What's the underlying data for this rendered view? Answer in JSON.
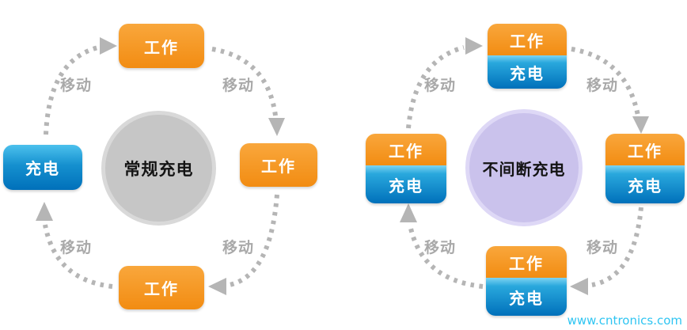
{
  "watermark": "www.cntronics.com",
  "left_diagram": {
    "center_label": "常规充电",
    "top_node": "工作",
    "right_node": "工作",
    "bottom_node": "工作",
    "left_node": "充电",
    "move_labels": [
      "移动",
      "移动",
      "移动",
      "移动"
    ]
  },
  "right_diagram": {
    "center_label": "不间断充电",
    "nodes": {
      "top": {
        "work": "工作",
        "charge": "充电"
      },
      "right": {
        "work": "工作",
        "charge": "充电"
      },
      "bottom": {
        "work": "工作",
        "charge": "充电"
      },
      "left": {
        "work": "工作",
        "charge": "充电"
      }
    },
    "move_labels": [
      "移动",
      "移动",
      "移动",
      "移动"
    ]
  },
  "colors": {
    "work_orange": "#f28c12",
    "charge_blue_top": "#4cc1ed",
    "charge_blue_bottom": "#0070ba",
    "regular_circle_gray": "#c6c6c6",
    "uninterrupted_circle_purple": "#cac2ec",
    "arrow_gray": "#b5b5b5",
    "watermark_cyan": "#2fc5f2"
  }
}
